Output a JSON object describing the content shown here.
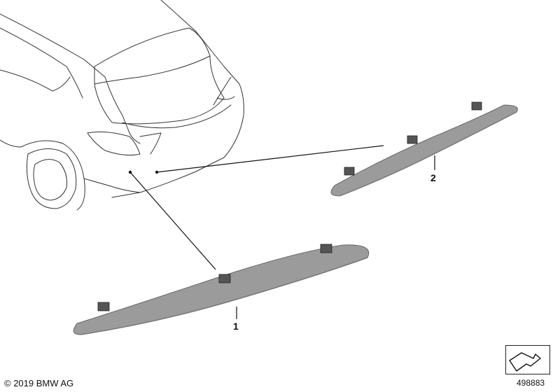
{
  "callouts": {
    "part_1": "1",
    "part_2": "2"
  },
  "footer": {
    "copyright": "© 2019 BMW AG",
    "diagram_id": "498883"
  },
  "icons": {
    "corner_symbol": "contour-arrow-icon"
  },
  "colors": {
    "part_fill": "#9b9b9b",
    "line": "#222222",
    "background": "#ffffff"
  }
}
